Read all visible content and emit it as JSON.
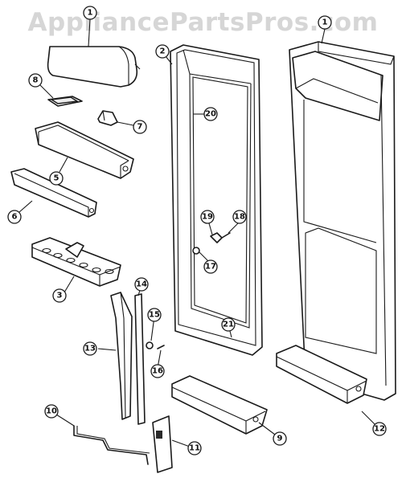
{
  "watermark": "AppliancePartsPros.com",
  "callouts": {
    "c1": "1",
    "c2": "2",
    "c3": "3",
    "c4": "1",
    "c5": "5",
    "c6": "6",
    "c7": "7",
    "c8": "8",
    "c9": "9",
    "c10": "10",
    "c11": "11",
    "c12": "12",
    "c13": "13",
    "c14": "14",
    "c15": "15",
    "c16": "16",
    "c17": "17",
    "c18": "18",
    "c19": "19",
    "c20": "20",
    "c21": "21"
  }
}
